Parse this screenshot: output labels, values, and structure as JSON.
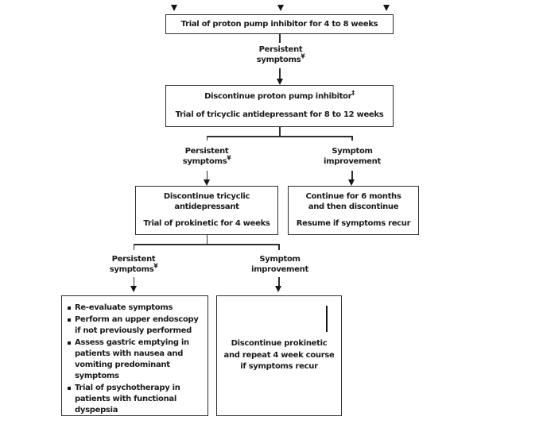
{
  "diagram": {
    "box1": {
      "text": "Trial of proton pump inhibitor for 4 to 8 weeks"
    },
    "box2": {
      "line1": "Discontinue proton pump inhibitor",
      "line1_marker": "‡",
      "line2": "Trial of tricyclic antidepressant for 8 to 12 weeks"
    },
    "box3_left": {
      "line1": "Discontinue tricyclic",
      "line2": "antidepressant",
      "line3": "Trial of prokinetic for 4 weeks"
    },
    "box3_right": {
      "line1": "Continue for 6 months",
      "line2": "and then discontinue",
      "line3": "Resume if symptoms recur"
    },
    "box4_left": {
      "bullets": [
        "Re-evaluate symptoms",
        "Perform an upper endoscopy if not previously performed",
        "Assess gastric emptying in patients with nausea and vomiting predominant symptoms",
        "Trial of psychotherapy in patients with functional dyspepsia"
      ]
    },
    "box4_right": {
      "line1": "Discontinue prokinetic",
      "line2": "and repeat 4 week course",
      "line3": "if symptoms recur"
    },
    "labels": {
      "persistent": {
        "line1": "Persistent",
        "line2": "symptoms",
        "marker": "¥"
      },
      "improvement": {
        "line1": "Symptom",
        "line2": "improvement"
      }
    },
    "colors": {
      "line": "#2e2e2e",
      "text": "#1b1b1b",
      "background": "#ffffff"
    }
  }
}
